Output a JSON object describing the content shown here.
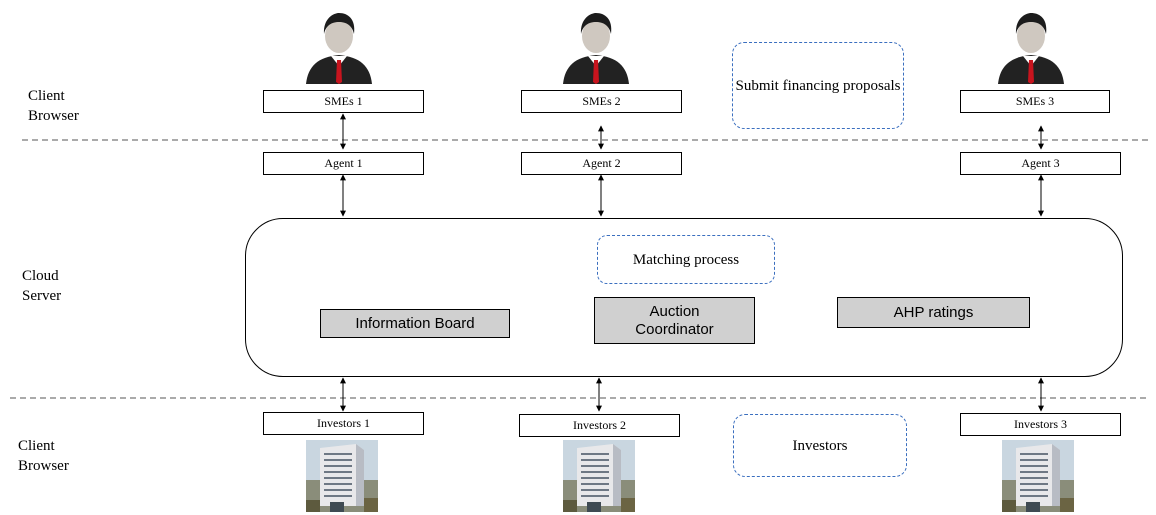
{
  "tiers": {
    "client_top": "Client\nBrowser",
    "cloud": "Cloud\nServer",
    "client_bottom": "Client\nBrowser"
  },
  "smes": [
    "SMEs 1",
    "SMEs 2",
    "SMEs 3"
  ],
  "agents": [
    "Agent 1",
    "Agent 2",
    "Agent 3"
  ],
  "investors": [
    "Investors 1",
    "Investors 2",
    "Investors 3"
  ],
  "notes": {
    "submit": "Submit financing proposals",
    "matching": "Matching process",
    "investors": "Investors"
  },
  "cloud_components": {
    "information_board": "Information Board",
    "auction_coordinator": "Auction Coordinator",
    "ahp_ratings": "AHP ratings"
  },
  "icons": {
    "person": "businessman-icon",
    "building": "office-building-icon"
  },
  "colors": {
    "component_fill": "#d0d0d0",
    "note_border": "#3b6fbf"
  }
}
